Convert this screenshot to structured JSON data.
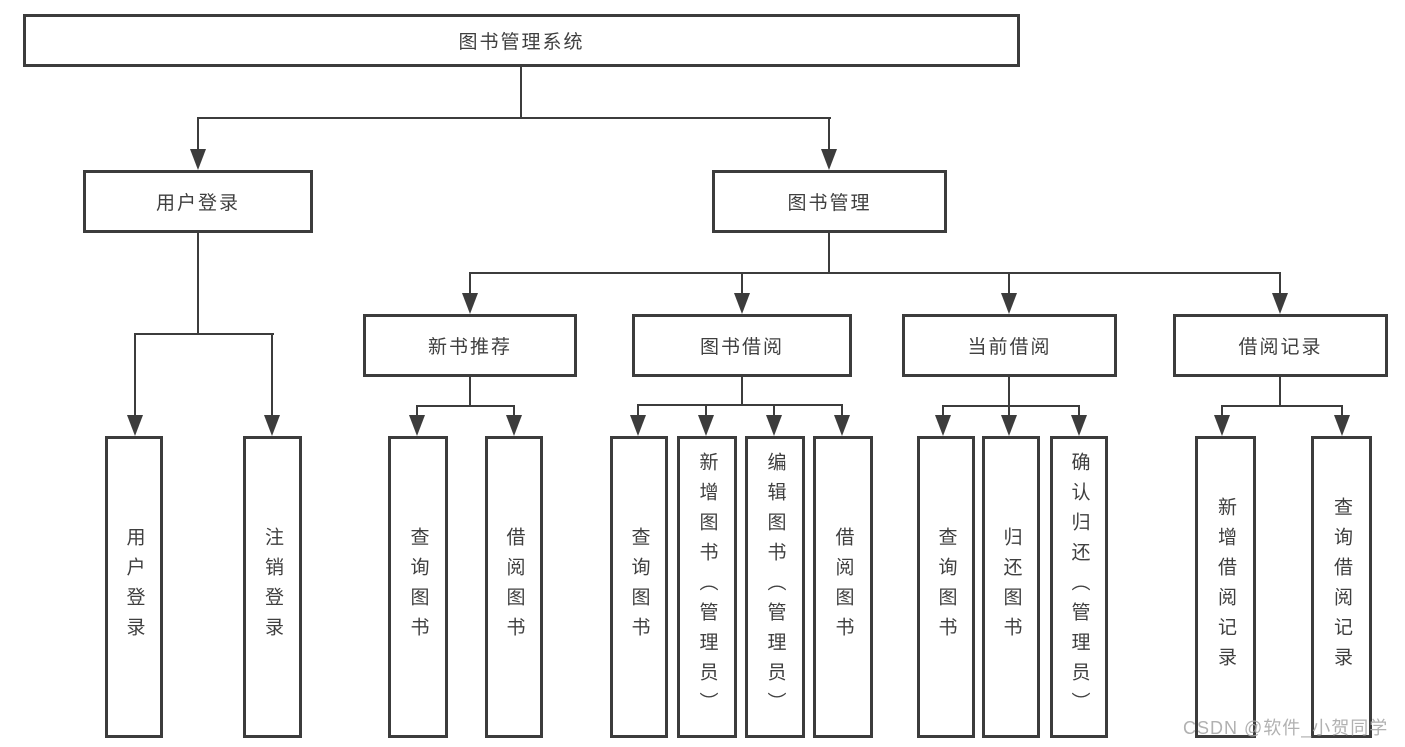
{
  "nodes": {
    "root": "图书管理系统",
    "user_login": "用户登录",
    "book_mgmt": "图书管理",
    "new_book_rec": "新书推荐",
    "book_borrow": "图书借阅",
    "current_borrow": "当前借阅",
    "borrow_record": "借阅记录",
    "leaf_user_login": "用户登录",
    "leaf_logout": "注销登录",
    "leaf_query_book_1": "查询图书",
    "leaf_borrow_book_1": "借阅图书",
    "leaf_query_book_2": "查询图书",
    "leaf_add_book_admin": "新增图书（管理员）",
    "leaf_edit_book_admin": "编辑图书（管理员）",
    "leaf_borrow_book_2": "借阅图书",
    "leaf_query_book_3": "查询图书",
    "leaf_return_book": "归还图书",
    "leaf_confirm_return_admin": "确认归还（管理员）",
    "leaf_add_borrow_record": "新增借阅记录",
    "leaf_query_borrow_record": "查询借阅记录"
  },
  "watermark": {
    "text": "CSDN @软件_小贺同学"
  },
  "colors": {
    "line": "#3c3c3c",
    "text": "#3f3f3f",
    "background": "#ffffff",
    "watermark": "#a8a8a8"
  }
}
